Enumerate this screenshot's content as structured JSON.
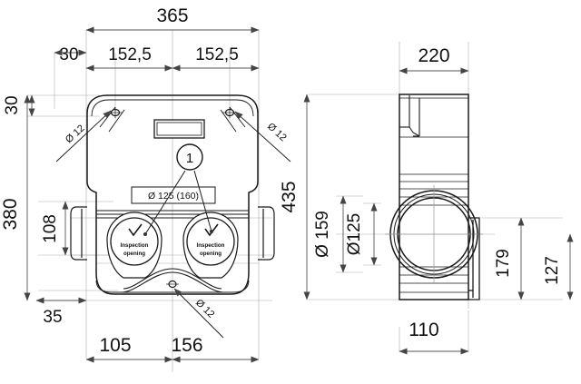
{
  "drawing": {
    "title": "Technical dimension drawing - two orthographic views",
    "background_color": "#ffffff",
    "line_color": "#1a1a1a",
    "dim_line_color": "#555555",
    "center_line_color": "#999999"
  },
  "views": {
    "left": {
      "name": "front-view",
      "labels": {
        "diameter_note": "Ø 125 (160)",
        "balloon": "1",
        "inspection_left_line1": "Inspection",
        "inspection_left_line2": "opening",
        "inspection_right_line1": "Inspection",
        "inspection_right_line2": "opening"
      },
      "dimensions": {
        "overall_width": "365",
        "offset_left": "30",
        "half_width_left": "152,5",
        "half_width_right": "152,5",
        "top_offset": "30",
        "overall_height": "380",
        "inner_height": "108",
        "bottom_offset": "35",
        "bottom_left": "105",
        "bottom_right": "156",
        "hole_top_left": "Ø 12",
        "hole_top_right": "Ø 12",
        "hole_bottom": "Ø 12"
      }
    },
    "right": {
      "name": "side-view",
      "dimensions": {
        "overall_width": "220",
        "overall_height": "435",
        "outer_diameter": "Ø 159",
        "inner_diameter": "Ø125",
        "height_179": "179",
        "height_127": "127",
        "width_110": "110"
      }
    }
  }
}
